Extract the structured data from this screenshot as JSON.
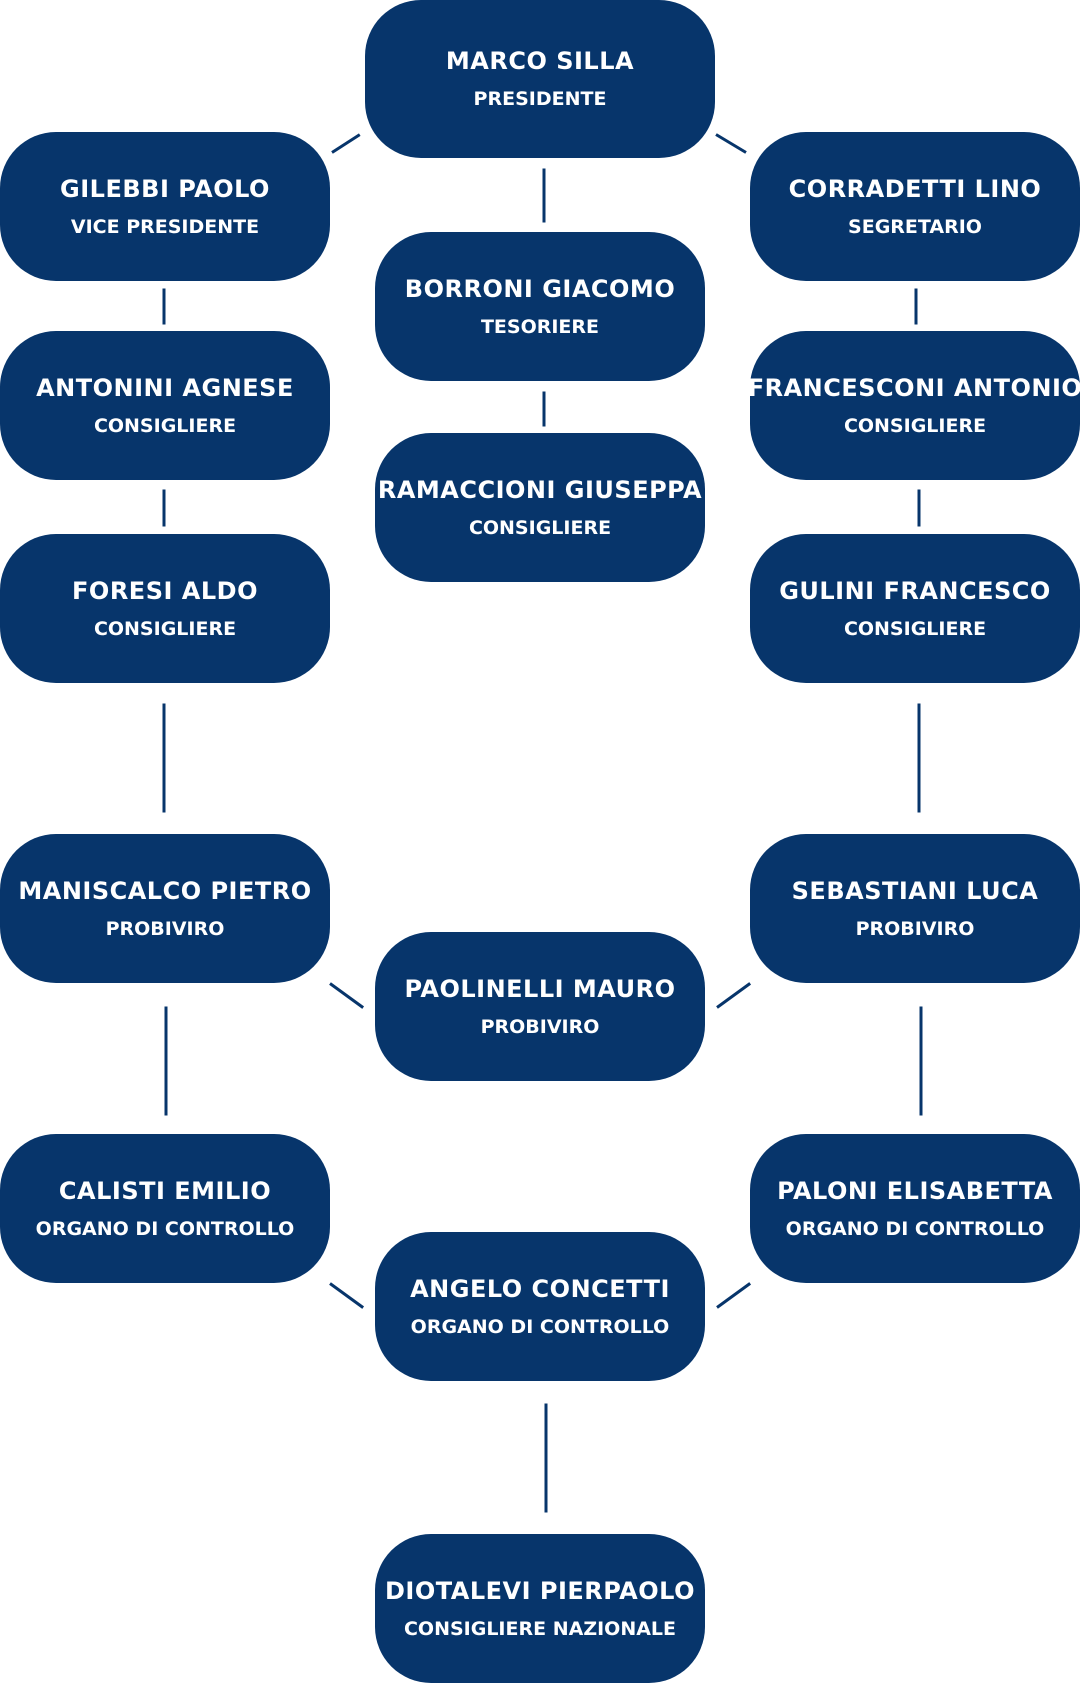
{
  "members": {
    "silla": {
      "name": "MARCO SILLA",
      "role": "PRESIDENTE"
    },
    "gilebbi": {
      "name": "GILEBBI PAOLO",
      "role": "VICE PRESIDENTE"
    },
    "corradetti": {
      "name": "CORRADETTI LINO",
      "role": "SEGRETARIO"
    },
    "borroni": {
      "name": "BORRONI GIACOMO",
      "role": "TESORIERE"
    },
    "antonini": {
      "name": "ANTONINI AGNESE",
      "role": "CONSIGLIERE"
    },
    "francesconi": {
      "name": "FRANCESCONI ANTONIO",
      "role": "CONSIGLIERE"
    },
    "ramaccioni": {
      "name": "RAMACCIONI GIUSEPPA",
      "role": "CONSIGLIERE"
    },
    "foresi": {
      "name": "FORESI ALDO",
      "role": "CONSIGLIERE"
    },
    "gulini": {
      "name": "GULINI FRANCESCO",
      "role": "CONSIGLIERE"
    },
    "maniscalco": {
      "name": "MANISCALCO PIETRO",
      "role": "PROBIVIRO"
    },
    "sebastiani": {
      "name": "SEBASTIANI LUCA",
      "role": "PROBIVIRO"
    },
    "paolinelli": {
      "name": "PAOLINELLI MAURO",
      "role": "PROBIVIRO"
    },
    "calisti": {
      "name": "CALISTI EMILIO",
      "role": "ORGANO DI CONTROLLO"
    },
    "paloni": {
      "name": "PALONI ELISABETTA",
      "role": "ORGANO DI CONTROLLO"
    },
    "concetti": {
      "name": "ANGELO CONCETTI",
      "role": "ORGANO DI CONTROLLO"
    },
    "diotalevi": {
      "name": "DIOTALEVI PIERPAOLO",
      "role": "CONSIGLIERE NAZIONALE"
    }
  },
  "colors": {
    "node_fill": "#07356b",
    "text": "#ffffff",
    "connector": "#07356b"
  }
}
